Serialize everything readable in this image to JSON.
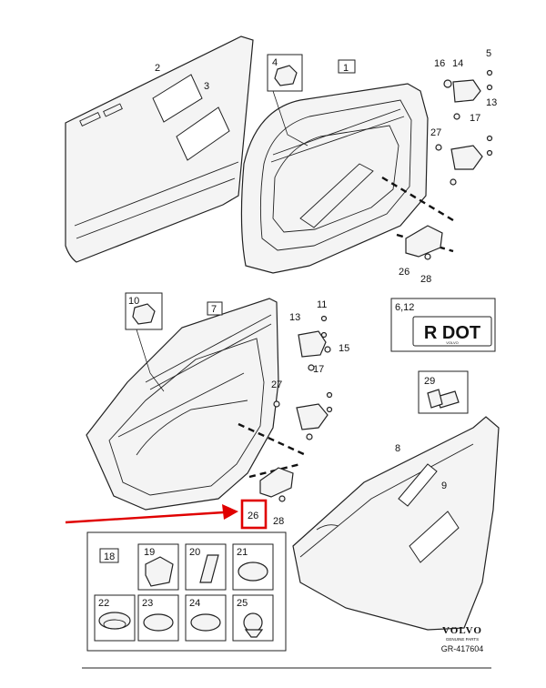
{
  "callouts": {
    "c2": "2",
    "c3": "3",
    "c4": "4",
    "c1": "1",
    "c16": "16",
    "c14": "14",
    "c5": "5",
    "c13a": "13",
    "c17a": "17",
    "c27a": "27",
    "c26a": "26",
    "c28a": "28",
    "c10": "10",
    "c7": "7",
    "c11": "11",
    "c13b": "13",
    "c15": "15",
    "c17b": "17",
    "c27b": "27",
    "c26b": "26",
    "c28b": "28",
    "c612": "6,12",
    "c29": "29",
    "c8": "8",
    "c9": "9",
    "c18": "18",
    "c19": "19",
    "c20": "20",
    "c21": "21",
    "c22": "22",
    "c23": "23",
    "c24": "24",
    "c25": "25"
  },
  "plate": {
    "text": "R DOT",
    "brand": "VOLVO"
  },
  "footer": {
    "brand": "VOLVO",
    "sub": "GENUINE PARTS",
    "ref": "GR-417604"
  },
  "colors": {
    "highlight": "#e00000",
    "line": "#222222"
  }
}
